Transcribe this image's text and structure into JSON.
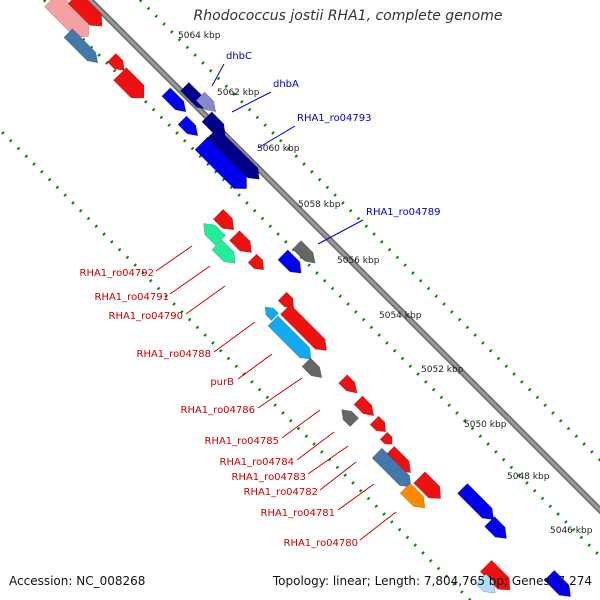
{
  "title": "Rhodococcus jostii RHA1, complete genome",
  "footer": {
    "accession": "Accession: NC_008268",
    "stats": "Topology: linear; Length: 7,804,765 bp; Genes: 7,274"
  },
  "colors": {
    "backbone": "#999999",
    "backbone_edge": "#666666",
    "tick": "#008800",
    "label_red": "#cc0000",
    "label_blue": "#0000cc",
    "red_gene": "#ee1111",
    "blue_gene": "#0000ee",
    "navy_gene": "#000088",
    "cyan_gene": "#11aaee",
    "green_gene": "#22ee99",
    "grey_gene": "#666666",
    "steel_gene": "#4477aa",
    "orange_gene": "#ff8800"
  },
  "scale_labels": [
    "5064 kbp",
    "5062 kbp",
    "5060 kbp",
    "5058 kbp",
    "5056 kbp",
    "5054 kbp",
    "5052 kbp",
    "5050 kbp",
    "5048 kbp",
    "5046 kbp"
  ],
  "gene_labels": {
    "top": [
      "dhbC",
      "dhbA",
      "RHA1_ro04793",
      "RHA1_ro04789"
    ],
    "bottom": [
      "RHA1_ro04792",
      "RHA1_ro04791",
      "RHA1_ro04790",
      "RHA1_ro04788",
      "purB",
      "RHA1_ro04786",
      "RHA1_ro04785",
      "RHA1_ro04784",
      "RHA1_ro04783",
      "RHA1_ro04782",
      "RHA1_ro04781",
      "RHA1_ro04780"
    ]
  }
}
